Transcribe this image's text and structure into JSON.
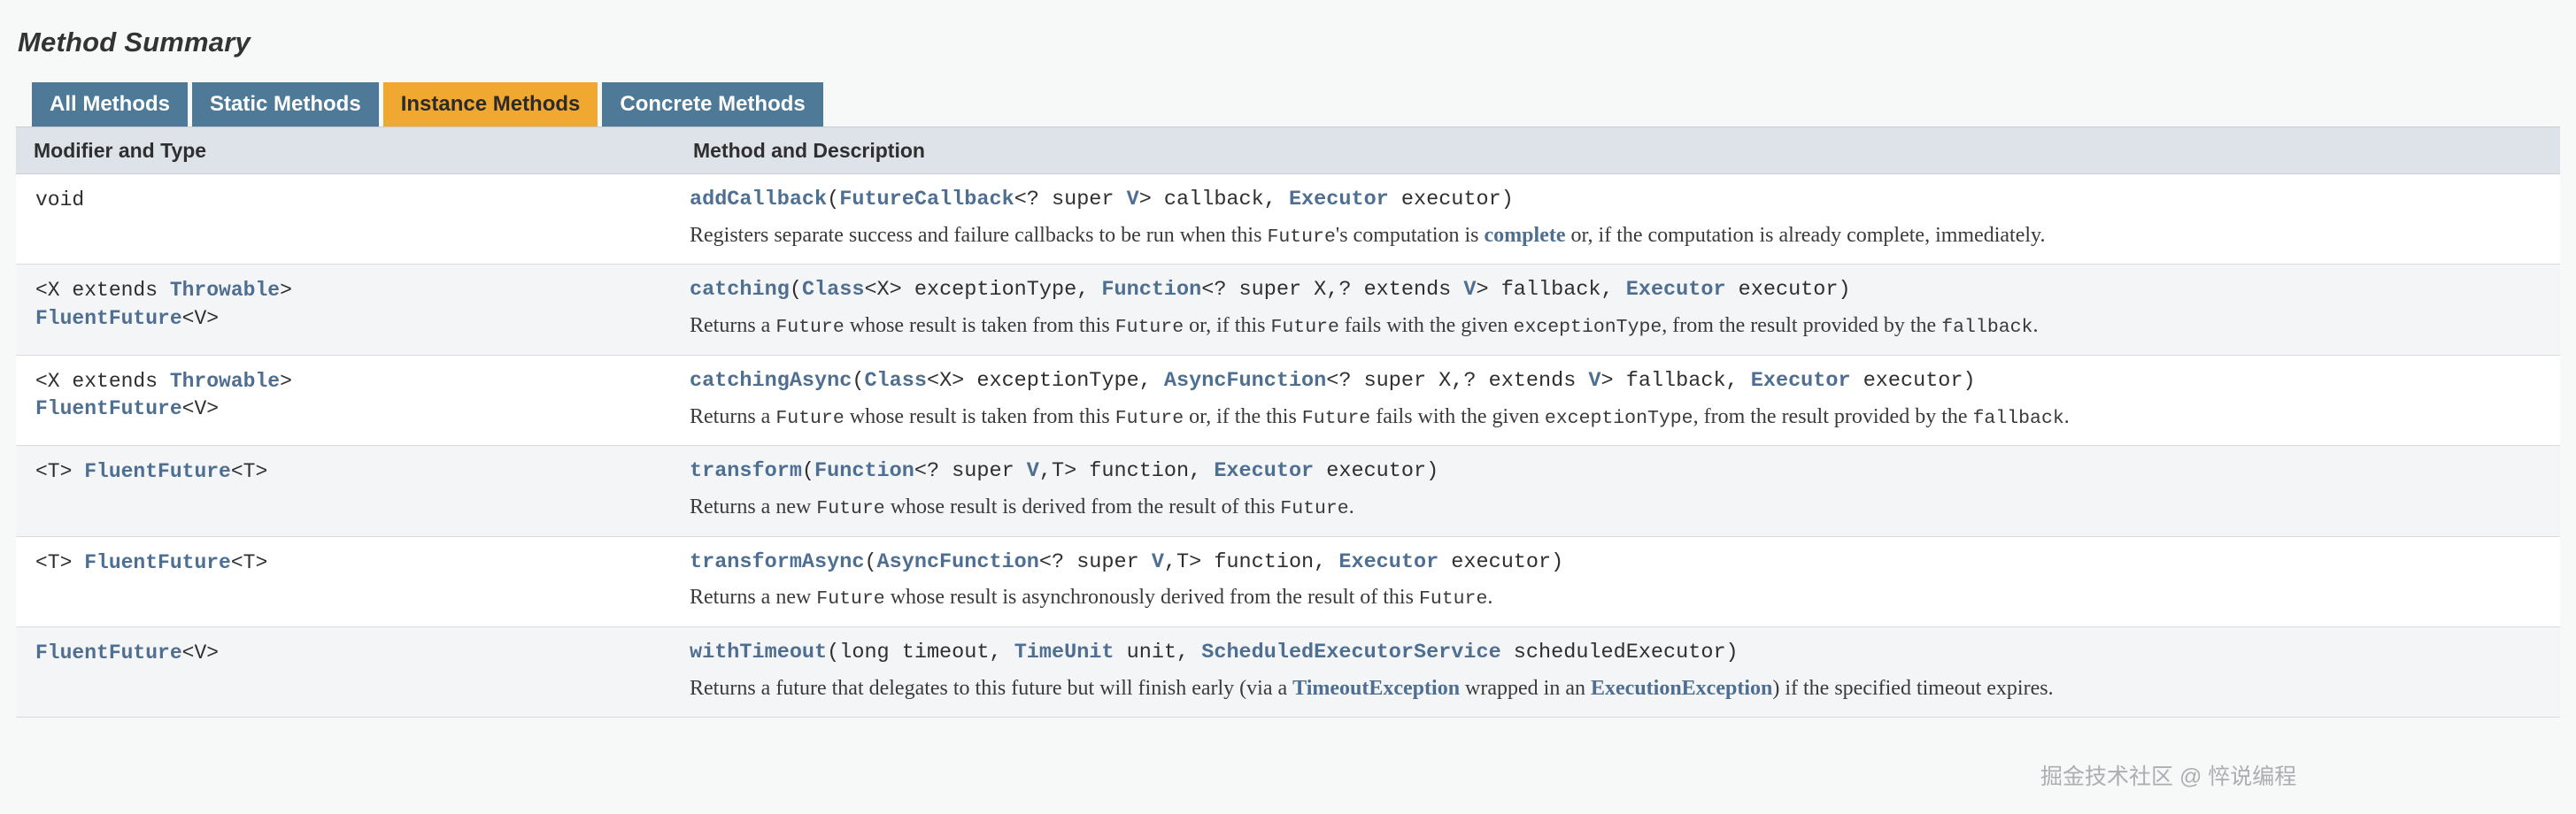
{
  "page": {
    "title": "Method Summary",
    "background_color": "#F7F8F8"
  },
  "tabs": {
    "items": [
      {
        "label": "All Methods",
        "active": false
      },
      {
        "label": "Static Methods",
        "active": false
      },
      {
        "label": "Instance Methods",
        "active": true
      },
      {
        "label": "Concrete Methods",
        "active": false
      }
    ],
    "inactive_color": "#4E7A97",
    "active_color": "#F0A830"
  },
  "table": {
    "headers": {
      "modifier_and_type": "Modifier and Type",
      "method_and_description": "Method and Description"
    },
    "header_background": "#DEE3E9",
    "link_color": "#4E6F91",
    "rows": [
      {
        "type_parts": [
          {
            "text": "void",
            "kind": "plain"
          }
        ],
        "signature_parts": [
          {
            "text": "addCallback",
            "kind": "method"
          },
          {
            "text": "(",
            "kind": "plain"
          },
          {
            "text": "FutureCallback",
            "kind": "link"
          },
          {
            "text": "<? super ",
            "kind": "plain"
          },
          {
            "text": "V",
            "kind": "link"
          },
          {
            "text": "> callback, ",
            "kind": "plain"
          },
          {
            "text": "Executor",
            "kind": "link"
          },
          {
            "text": " executor)",
            "kind": "plain"
          }
        ],
        "description_parts": [
          {
            "text": "Registers separate success and failure callbacks to be run when this ",
            "kind": "text"
          },
          {
            "text": "Future",
            "kind": "code"
          },
          {
            "text": "'s computation is ",
            "kind": "text"
          },
          {
            "text": "complete",
            "kind": "link"
          },
          {
            "text": " or, if the computation is already complete, immediately.",
            "kind": "text"
          }
        ]
      },
      {
        "type_parts": [
          {
            "text": "<X extends ",
            "kind": "plain"
          },
          {
            "text": "Throwable",
            "kind": "link"
          },
          {
            "text": ">",
            "kind": "plain"
          },
          {
            "text": "\n",
            "kind": "break"
          },
          {
            "text": "FluentFuture",
            "kind": "link"
          },
          {
            "text": "<V>",
            "kind": "plain"
          }
        ],
        "signature_parts": [
          {
            "text": "catching",
            "kind": "method"
          },
          {
            "text": "(",
            "kind": "plain"
          },
          {
            "text": "Class",
            "kind": "link"
          },
          {
            "text": "<X> exceptionType, ",
            "kind": "plain"
          },
          {
            "text": "Function",
            "kind": "link"
          },
          {
            "text": "<? super X,? extends ",
            "kind": "plain"
          },
          {
            "text": "V",
            "kind": "link"
          },
          {
            "text": "> fallback, ",
            "kind": "plain"
          },
          {
            "text": "Executor",
            "kind": "link"
          },
          {
            "text": " executor)",
            "kind": "plain"
          }
        ],
        "description_parts": [
          {
            "text": "Returns a ",
            "kind": "text"
          },
          {
            "text": "Future",
            "kind": "code"
          },
          {
            "text": " whose result is taken from this ",
            "kind": "text"
          },
          {
            "text": "Future",
            "kind": "code"
          },
          {
            "text": " or, if this ",
            "kind": "text"
          },
          {
            "text": "Future",
            "kind": "code"
          },
          {
            "text": " fails with the given ",
            "kind": "text"
          },
          {
            "text": "exceptionType",
            "kind": "code"
          },
          {
            "text": ", from the result provided by the ",
            "kind": "text"
          },
          {
            "text": "fallback",
            "kind": "code"
          },
          {
            "text": ".",
            "kind": "text"
          }
        ]
      },
      {
        "type_parts": [
          {
            "text": "<X extends ",
            "kind": "plain"
          },
          {
            "text": "Throwable",
            "kind": "link"
          },
          {
            "text": ">",
            "kind": "plain"
          },
          {
            "text": "\n",
            "kind": "break"
          },
          {
            "text": "FluentFuture",
            "kind": "link"
          },
          {
            "text": "<V>",
            "kind": "plain"
          }
        ],
        "signature_parts": [
          {
            "text": "catchingAsync",
            "kind": "method"
          },
          {
            "text": "(",
            "kind": "plain"
          },
          {
            "text": "Class",
            "kind": "link"
          },
          {
            "text": "<X> exceptionType, ",
            "kind": "plain"
          },
          {
            "text": "AsyncFunction",
            "kind": "link"
          },
          {
            "text": "<? super X,? extends ",
            "kind": "plain"
          },
          {
            "text": "V",
            "kind": "link"
          },
          {
            "text": "> fallback, ",
            "kind": "plain"
          },
          {
            "text": "Executor",
            "kind": "link"
          },
          {
            "text": " executor)",
            "kind": "plain"
          }
        ],
        "description_parts": [
          {
            "text": "Returns a ",
            "kind": "text"
          },
          {
            "text": "Future",
            "kind": "code"
          },
          {
            "text": " whose result is taken from this ",
            "kind": "text"
          },
          {
            "text": "Future",
            "kind": "code"
          },
          {
            "text": " or, if the this ",
            "kind": "text"
          },
          {
            "text": "Future",
            "kind": "code"
          },
          {
            "text": " fails with the given ",
            "kind": "text"
          },
          {
            "text": "exceptionType",
            "kind": "code"
          },
          {
            "text": ", from the result provided by the ",
            "kind": "text"
          },
          {
            "text": "fallback",
            "kind": "code"
          },
          {
            "text": ".",
            "kind": "text"
          }
        ]
      },
      {
        "type_parts": [
          {
            "text": "<T> ",
            "kind": "plain"
          },
          {
            "text": "FluentFuture",
            "kind": "link"
          },
          {
            "text": "<T>",
            "kind": "plain"
          }
        ],
        "signature_parts": [
          {
            "text": "transform",
            "kind": "method"
          },
          {
            "text": "(",
            "kind": "plain"
          },
          {
            "text": "Function",
            "kind": "link"
          },
          {
            "text": "<? super ",
            "kind": "plain"
          },
          {
            "text": "V",
            "kind": "link"
          },
          {
            "text": ",T> function, ",
            "kind": "plain"
          },
          {
            "text": "Executor",
            "kind": "link"
          },
          {
            "text": " executor)",
            "kind": "plain"
          }
        ],
        "description_parts": [
          {
            "text": "Returns a new ",
            "kind": "text"
          },
          {
            "text": "Future",
            "kind": "code"
          },
          {
            "text": " whose result is derived from the result of this ",
            "kind": "text"
          },
          {
            "text": "Future",
            "kind": "code"
          },
          {
            "text": ".",
            "kind": "text"
          }
        ]
      },
      {
        "type_parts": [
          {
            "text": "<T> ",
            "kind": "plain"
          },
          {
            "text": "FluentFuture",
            "kind": "link"
          },
          {
            "text": "<T>",
            "kind": "plain"
          }
        ],
        "signature_parts": [
          {
            "text": "transformAsync",
            "kind": "method"
          },
          {
            "text": "(",
            "kind": "plain"
          },
          {
            "text": "AsyncFunction",
            "kind": "link"
          },
          {
            "text": "<? super ",
            "kind": "plain"
          },
          {
            "text": "V",
            "kind": "link"
          },
          {
            "text": ",T> function, ",
            "kind": "plain"
          },
          {
            "text": "Executor",
            "kind": "link"
          },
          {
            "text": " executor)",
            "kind": "plain"
          }
        ],
        "description_parts": [
          {
            "text": "Returns a new ",
            "kind": "text"
          },
          {
            "text": "Future",
            "kind": "code"
          },
          {
            "text": " whose result is asynchronously derived from the result of this ",
            "kind": "text"
          },
          {
            "text": "Future",
            "kind": "code"
          },
          {
            "text": ".",
            "kind": "text"
          }
        ]
      },
      {
        "type_parts": [
          {
            "text": "FluentFuture",
            "kind": "link"
          },
          {
            "text": "<V>",
            "kind": "plain"
          }
        ],
        "signature_parts": [
          {
            "text": "withTimeout",
            "kind": "method"
          },
          {
            "text": "(long timeout, ",
            "kind": "plain"
          },
          {
            "text": "TimeUnit",
            "kind": "link"
          },
          {
            "text": " unit, ",
            "kind": "plain"
          },
          {
            "text": "ScheduledExecutorService",
            "kind": "link"
          },
          {
            "text": " scheduledExecutor)",
            "kind": "plain"
          }
        ],
        "description_parts": [
          {
            "text": "Returns a future that delegates to this future but will finish early (via a ",
            "kind": "text"
          },
          {
            "text": "TimeoutException",
            "kind": "link"
          },
          {
            "text": " wrapped in an ",
            "kind": "text"
          },
          {
            "text": "ExecutionException",
            "kind": "link"
          },
          {
            "text": ") if the specified ",
            "kind": "text"
          },
          {
            "text": "timeout expires",
            "kind": "text"
          },
          {
            "text": ".",
            "kind": "text"
          }
        ]
      }
    ]
  },
  "watermark": {
    "text": "掘金技术社区 @ 悴说编程"
  }
}
